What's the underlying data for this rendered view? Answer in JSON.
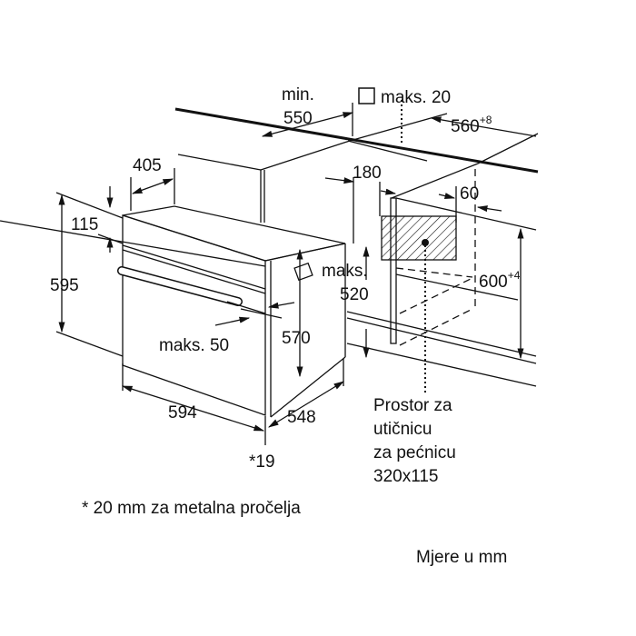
{
  "dimensions": {
    "min_label": "min.",
    "min_550": "550",
    "maks_20": "maks. 20",
    "d560": "560",
    "d560_tol": "+8",
    "d405": "405",
    "d180": "180",
    "d60": "60",
    "d115": "115",
    "d595": "595",
    "maks_label": "maks.",
    "d520": "520",
    "d600": "600",
    "d600_tol": "+4",
    "d570": "570",
    "maks_50": "maks. 50",
    "d594": "594",
    "d548": "548",
    "star19": "*19"
  },
  "socket_note": [
    "Prostor za",
    "utičnicu",
    "za pećnicu",
    "320x115"
  ],
  "footnote": "* 20 mm za metalna pročelja",
  "units_note": "Mjere u mm"
}
